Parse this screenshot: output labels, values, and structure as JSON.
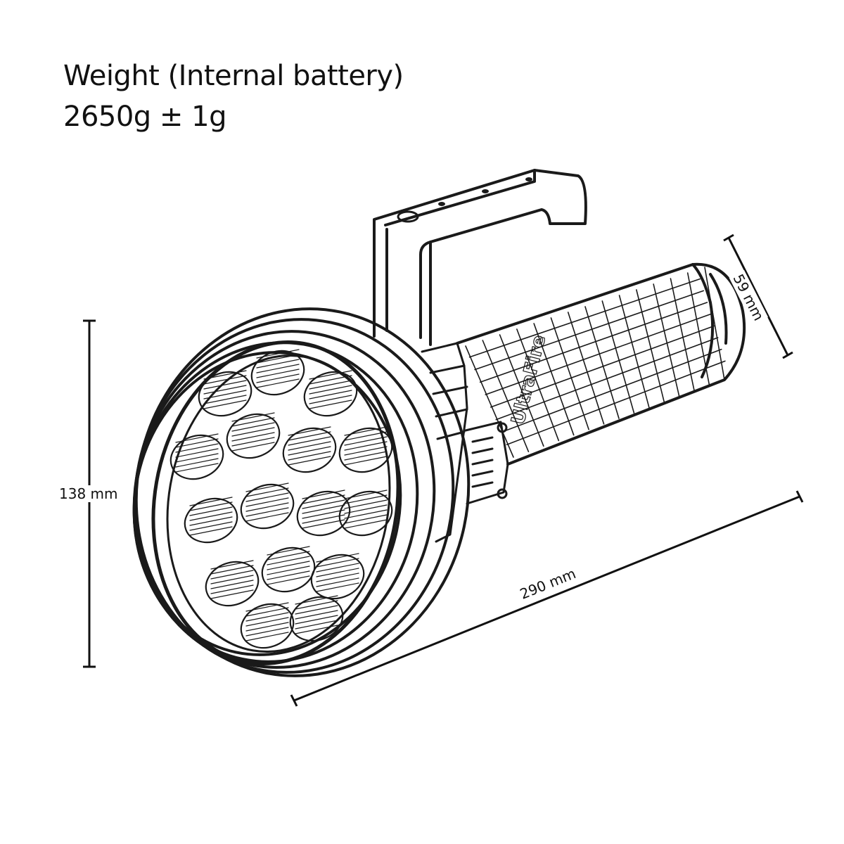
{
  "header": {
    "line1": "Weight (Internal battery)",
    "line2": "2650g ± 1g"
  },
  "dimensions": {
    "height": "138 mm",
    "length": "290 mm",
    "tube_diameter": "59 mm"
  },
  "product": {
    "brand_mark": "UltraFire"
  },
  "colors": {
    "line": "#1a1a1a",
    "background": "#ffffff"
  }
}
